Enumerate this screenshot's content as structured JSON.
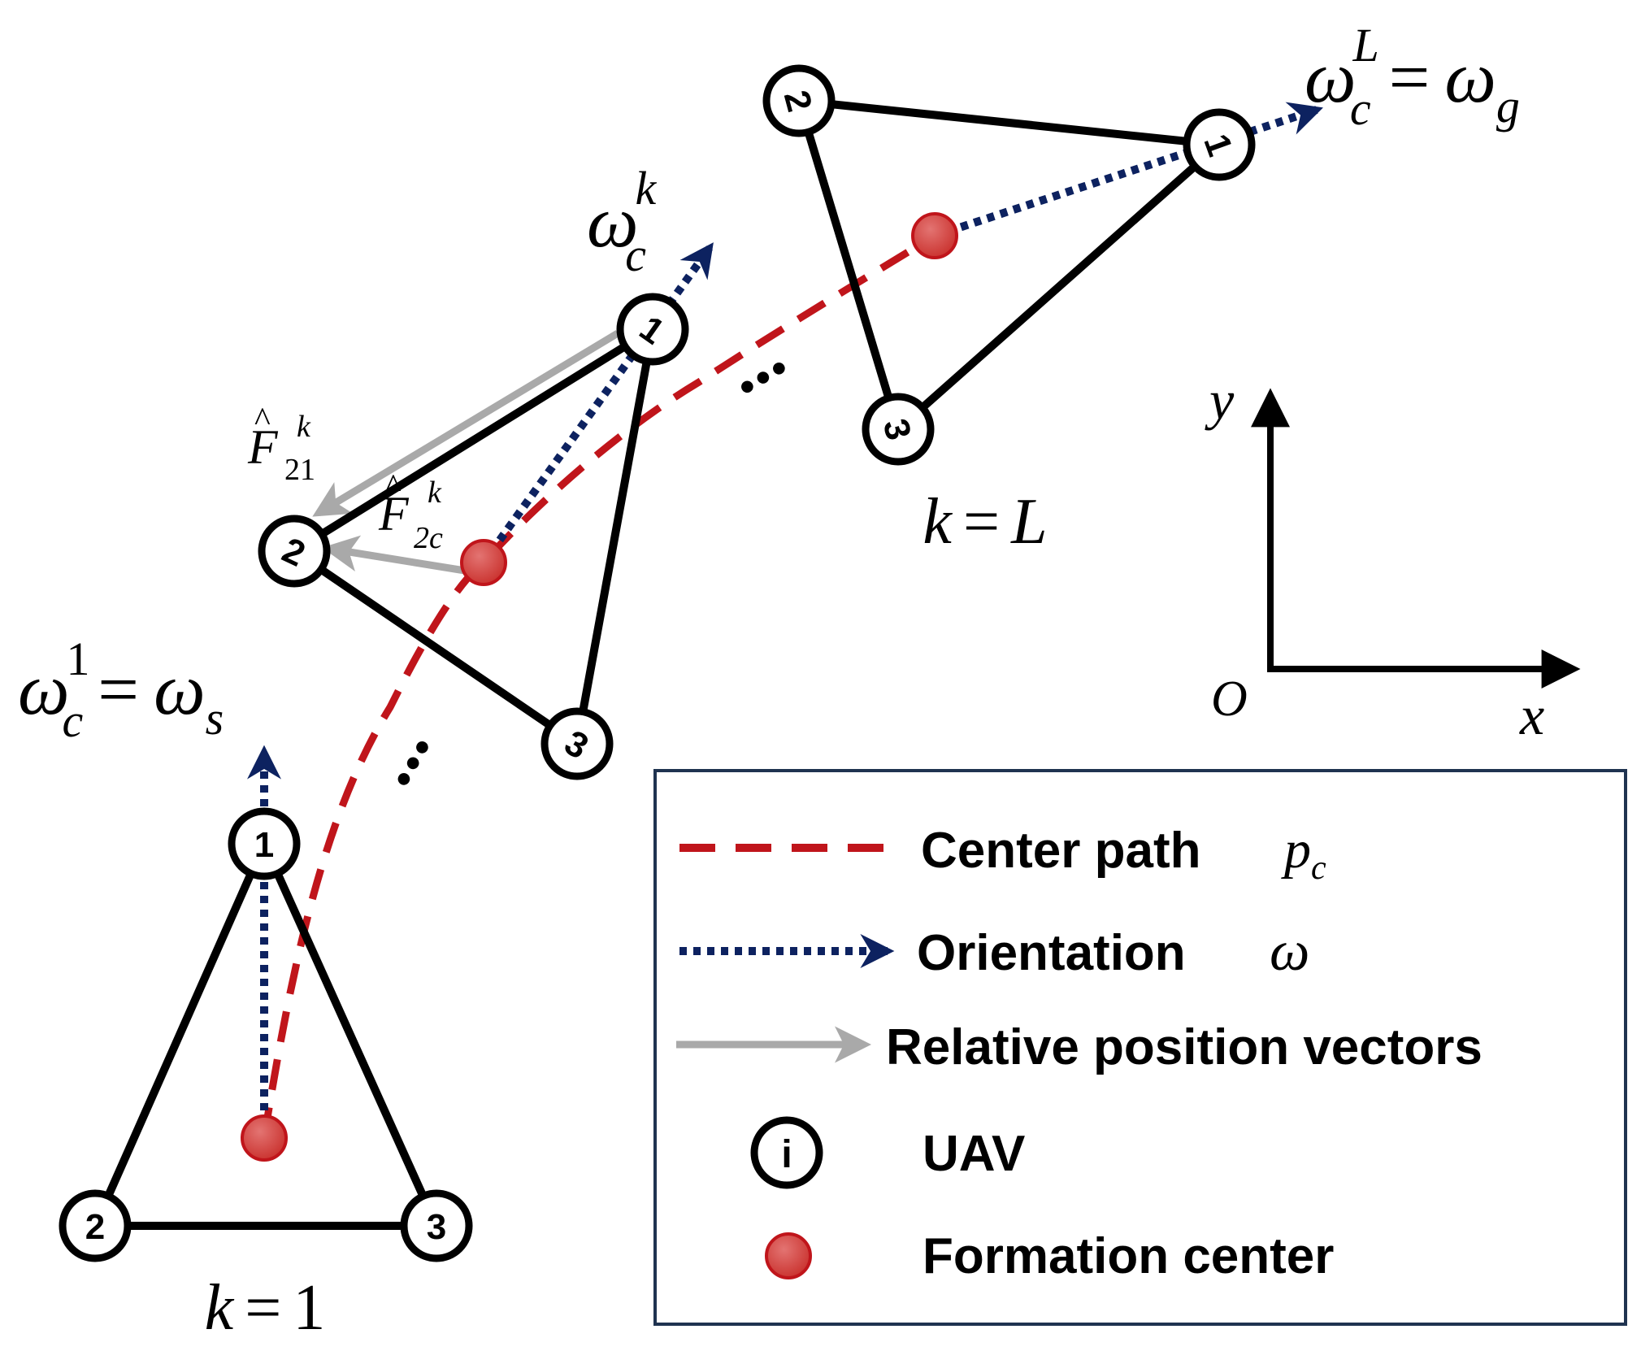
{
  "labels": {
    "omega": "ω",
    "c": "c",
    "eq": "=",
    "k": "k",
    "one": "1",
    "L": "L",
    "s": "s",
    "g": "g",
    "F": "F",
    "sub21": "21",
    "sub2c": "2c",
    "x": "x",
    "y": "y",
    "O": "O",
    "dots": "..."
  },
  "formations": [
    {
      "label_k": "k",
      "label_eq": "=",
      "label_val": "1",
      "uav_numbers": [
        "1",
        "2",
        "3"
      ]
    },
    {
      "uav_numbers": [
        "1",
        "2",
        "3"
      ]
    },
    {
      "label_k": "k",
      "label_eq": "=",
      "label_val": "L",
      "uav_numbers": [
        "1",
        "2",
        "3"
      ]
    }
  ],
  "legend": {
    "center_path": "Center path",
    "center_path_sym": "p",
    "center_path_sub": "c",
    "orientation": "Orientation",
    "orientation_sym": "ω",
    "relative": "Relative position vectors",
    "uav_symbol": "i",
    "uav": "UAV",
    "formation_center": "Formation center"
  },
  "colors": {
    "center_path": "#c0151b",
    "orientation": "#0d2260",
    "relative": "#a9a9a9",
    "uav_stroke": "#000000",
    "center_fill": "#d9534f",
    "legend_border": "#1f3350"
  }
}
